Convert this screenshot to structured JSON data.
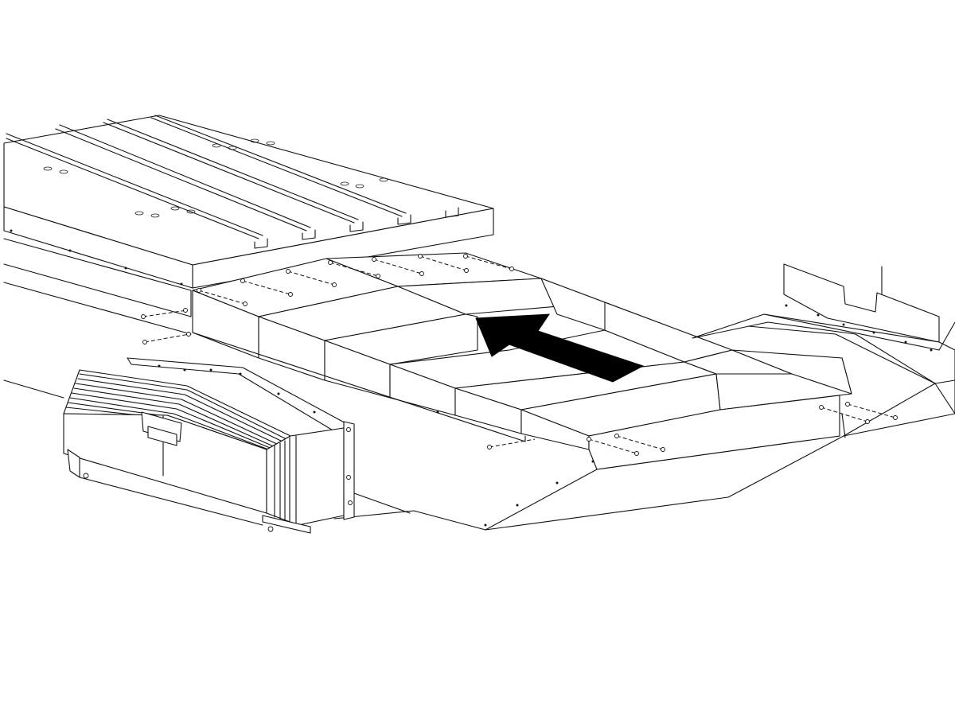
{
  "figure": {
    "type": "exploded-assembly-line-drawing",
    "stroke_color": "#111111",
    "background_color": "#ffffff",
    "arrow_color": "#000000",
    "arrow_direction": "up-left",
    "parts": [
      "machine-table-with-t-slots",
      "telescopic-way-cover",
      "bellows-way-cover",
      "right-chip-guard",
      "fastening-screws"
    ]
  }
}
